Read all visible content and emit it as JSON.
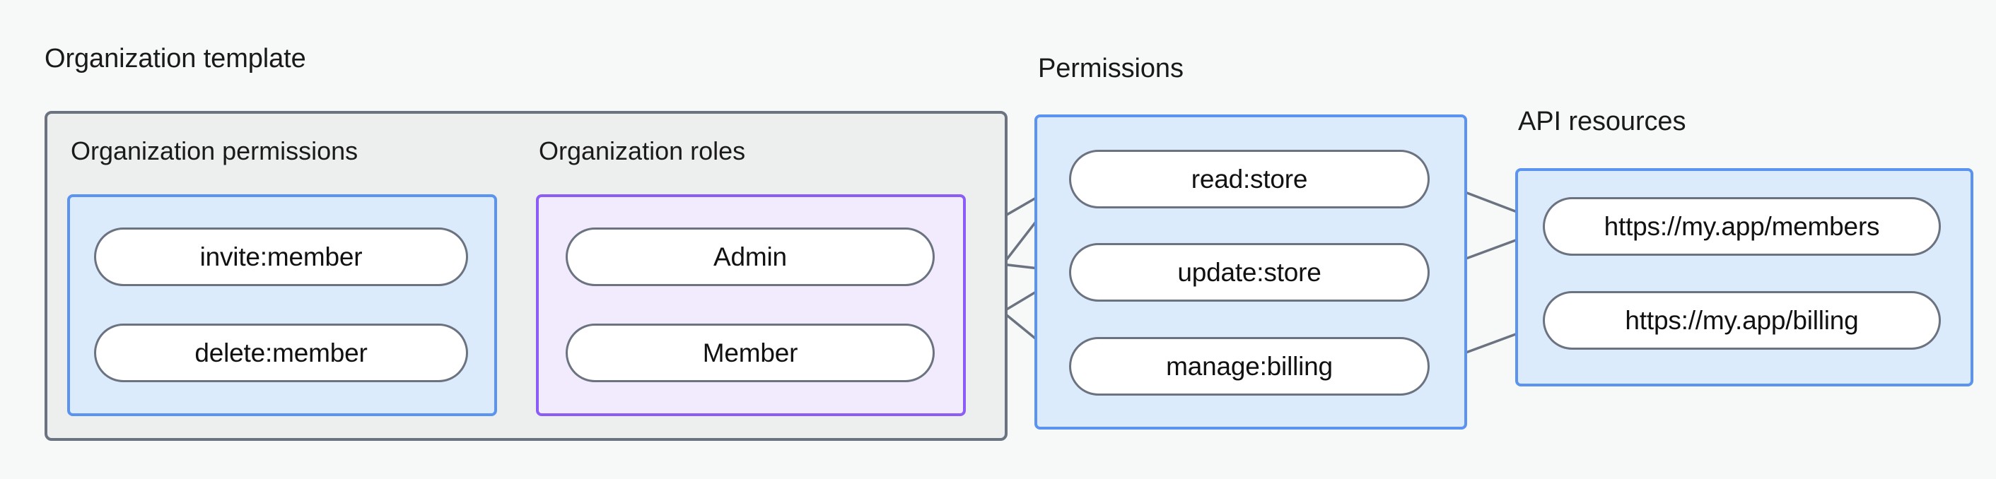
{
  "diagram": {
    "title_left": "Organization template",
    "title_permissions": "Permissions",
    "title_api_resources": "API resources",
    "subtitle_org_permissions": "Organization permissions",
    "subtitle_org_roles": "Organization roles",
    "colors": {
      "canvas": "#F7F8F8",
      "outer_border": "#6B7280",
      "outer_fill": "#EDEEEE",
      "blue_border": "#5B93F0",
      "blue_fill": "#DCEBFB",
      "purple_border": "#8B5CF6",
      "purple_fill": "#F2EBFD",
      "node_border": "#6B7280",
      "node_fill": "#FFFFFF",
      "edge": "#6B7280",
      "text": "#111111"
    },
    "nodes": {
      "org_permissions": [
        {
          "id": "invite-member",
          "label": "invite:member"
        },
        {
          "id": "delete-member",
          "label": "delete:member"
        }
      ],
      "org_roles": [
        {
          "id": "admin",
          "label": "Admin"
        },
        {
          "id": "member",
          "label": "Member"
        }
      ],
      "permissions": [
        {
          "id": "read-store",
          "label": "read:store"
        },
        {
          "id": "update-store",
          "label": "update:store"
        },
        {
          "id": "manage-billing",
          "label": "manage:billing"
        }
      ],
      "api_resources": [
        {
          "id": "my-app-members",
          "label": "https://my.app/members"
        },
        {
          "id": "my-app-billing",
          "label": "https://my.app/billing"
        }
      ]
    },
    "edges": [
      {
        "from": "invite-member",
        "to": "admin"
      },
      {
        "from": "invite-member",
        "to": "member"
      },
      {
        "from": "delete-member",
        "to": "member"
      },
      {
        "from": "admin",
        "to": "read-store"
      },
      {
        "from": "admin",
        "to": "update-store"
      },
      {
        "from": "admin",
        "to": "manage-billing"
      },
      {
        "from": "member",
        "to": "read-store"
      },
      {
        "from": "member",
        "to": "update-store"
      },
      {
        "from": "read-store",
        "to": "my-app-members"
      },
      {
        "from": "update-store",
        "to": "my-app-members"
      },
      {
        "from": "manage-billing",
        "to": "my-app-billing"
      }
    ]
  }
}
